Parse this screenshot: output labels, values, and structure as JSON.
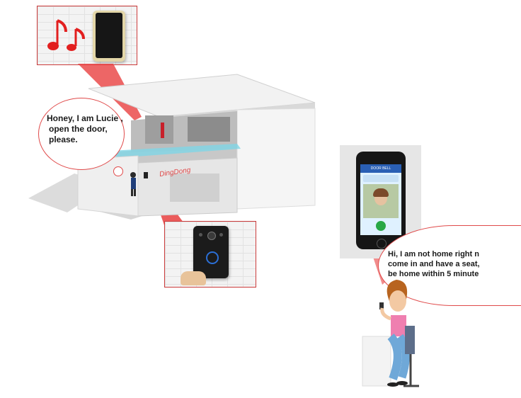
{
  "bubble_left": {
    "lines": [
      "Honey, I am Lucie ,",
      "open the door,",
      "please."
    ]
  },
  "bubble_right": {
    "lines": [
      "Hi, I am not home right n",
      "come in and have a seat,",
      "be home within 5 minute"
    ]
  },
  "sound_label": "DingDong",
  "phone_screen": {
    "title": "DOOR BELL"
  },
  "colors": {
    "accent": "#e04a4a",
    "beam": "#e84040",
    "wall": "#f4f4f4",
    "glass": "#7fd6e6"
  }
}
